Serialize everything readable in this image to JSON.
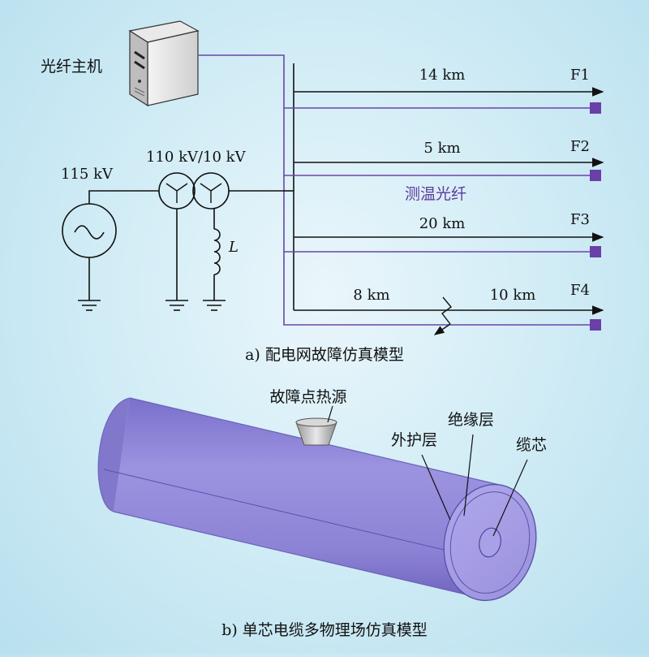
{
  "colors": {
    "wire": "#111111",
    "fiber": "#6a45a8",
    "fiber_label": "#5b3a9e",
    "cable_body": "#8f86d8",
    "fiber_end": "#6a3fa8"
  },
  "icons": {
    "host": "server-tower-icon",
    "source": "ac-voltage-source-icon",
    "transformer": "transformer-icon",
    "ground": "ground-icon",
    "inductor": "inductor-icon",
    "fault": "lightning-fault-icon"
  },
  "grid_model": {
    "host_label": "光纤主机",
    "source_voltage": "115 kV",
    "transformer_ratio": "110 kV/10 kV",
    "inductor_label": "L",
    "fiber_label": "测温光纤",
    "feeders": [
      {
        "name": "F1",
        "length": "14 km"
      },
      {
        "name": "F2",
        "length": "5 km"
      },
      {
        "name": "F3",
        "length": "20 km"
      },
      {
        "name": "F4",
        "length_left": "8 km",
        "length_right": "10 km"
      }
    ],
    "caption": "a) 配电网故障仿真模型"
  },
  "cable_model": {
    "heat_source_label": "故障点热源",
    "outer_sheath_label": "外护层",
    "insulation_label": "绝缘层",
    "core_label": "缆芯",
    "caption": "b) 单芯电缆多物理场仿真模型"
  }
}
